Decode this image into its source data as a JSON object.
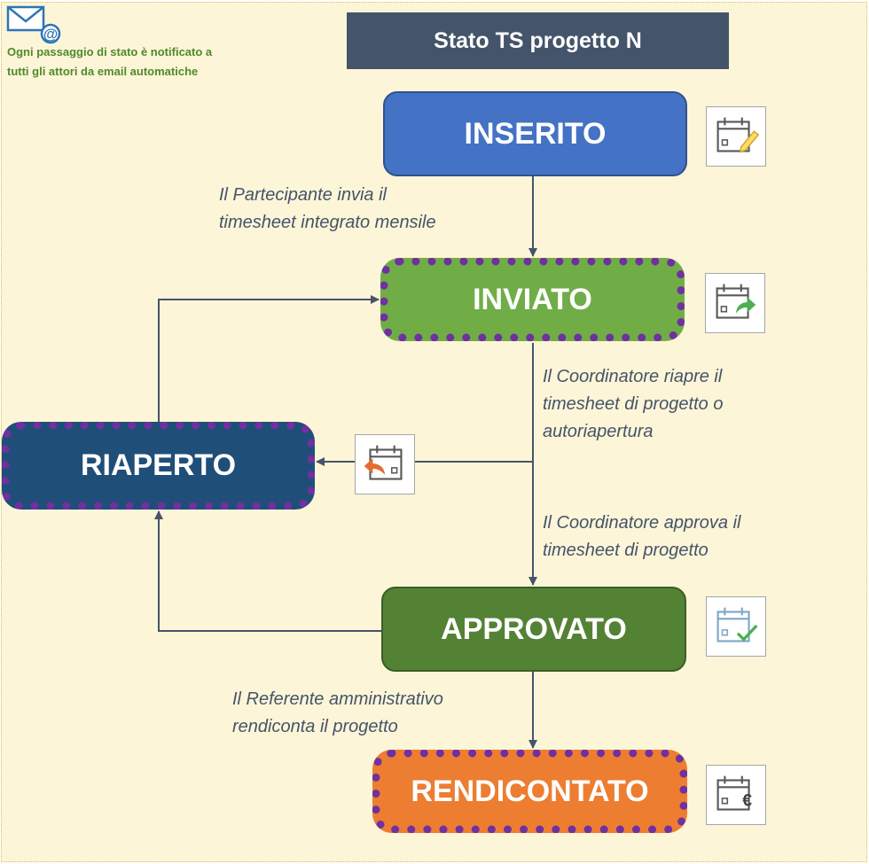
{
  "header": {
    "title": "Stato TS progetto N"
  },
  "notice": {
    "line1": "Ogni passaggio di stato è notificato a",
    "line2": "tutti gli attori da email automatiche",
    "icon": "email-at-icon"
  },
  "states": {
    "inserito": "INSERITO",
    "inviato": "INVIATO",
    "riaperto": "RIAPERTO",
    "approvato": "APPROVATO",
    "rendicontato": "RENDICONTATO"
  },
  "transitions": {
    "invio": {
      "line1": "Il Partecipante invia il",
      "line2": "timesheet integrato mensile"
    },
    "riapertura": {
      "line1": "Il Coordinatore riapre il",
      "line2": "timesheet di progetto o",
      "line3": "autoriapertura"
    },
    "approvazione": {
      "line1": "Il Coordinatore approva il",
      "line2": "timesheet di progetto"
    },
    "rendicontazione": {
      "line1": "Il Referente amministrativo",
      "line2": "rendiconta il progetto"
    }
  },
  "icons": {
    "inserito": "calendar-edit-icon",
    "inviato": "calendar-send-icon",
    "riaperto": "calendar-reopen-icon",
    "approvato": "calendar-check-icon",
    "rendicontato": "calendar-euro-icon"
  },
  "colors": {
    "inserito": "#4472c4",
    "inviato": "#70ad47",
    "riaperto": "#1f4e79",
    "approvato": "#548235",
    "rendicontato": "#ed7d31",
    "dotted_border": "#7030a0",
    "header": "#44546a",
    "background": "#fdf5d7"
  }
}
